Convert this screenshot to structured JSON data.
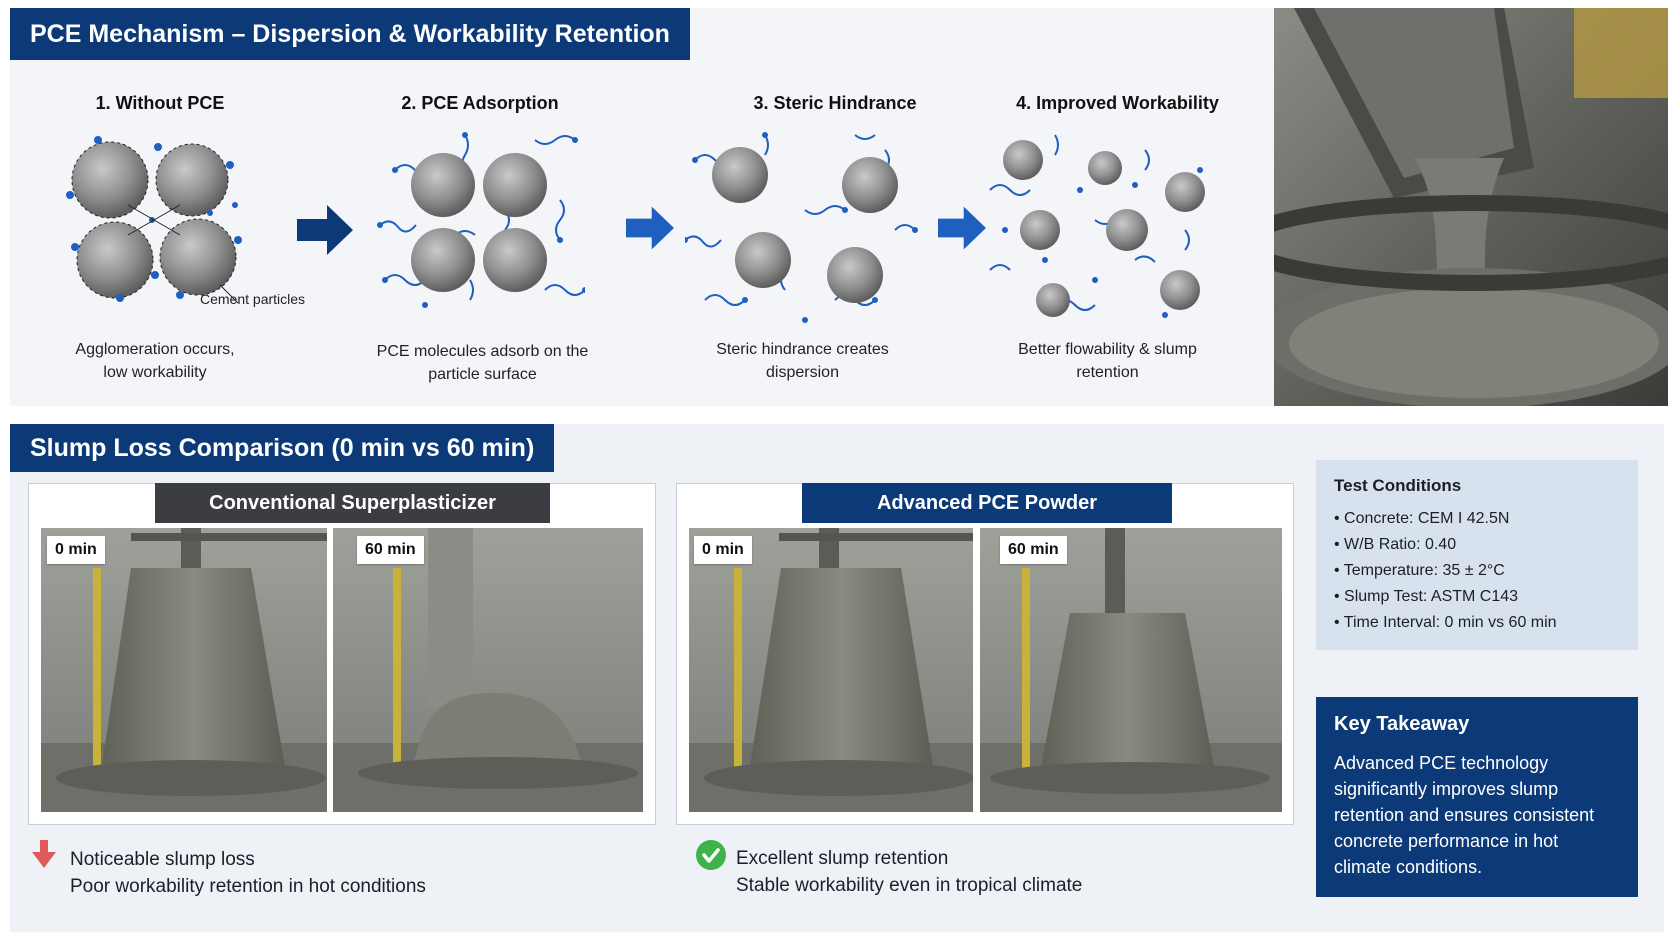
{
  "mechanism": {
    "title": "PCE Mechanism – Dispersion & Workability Retention",
    "steps": [
      {
        "title": "1.  Without PCE",
        "caption_lines": [
          "Agglomeration occurs,",
          "low workability"
        ],
        "callout": "Cement particles"
      },
      {
        "title": "2.  PCE Adsorption",
        "caption_lines": [
          "PCE molecules adsorb on the",
          "particle surface"
        ]
      },
      {
        "title": "3.  Steric Hindrance",
        "caption_lines": [
          "Steric hindrance creates",
          "dispersion"
        ]
      },
      {
        "title": "4.  Improved Workability",
        "caption_lines": [
          "Better flowability & slump",
          "retention"
        ]
      }
    ]
  },
  "slump": {
    "title": "Slump Loss Comparison (0 min vs 60 min)",
    "conventional": {
      "label": "Conventional Superplasticizer",
      "t0": "0 min",
      "t60": "60 min",
      "note_title": "Noticeable slump loss",
      "note_sub": "Poor workability retention in hot conditions",
      "icon": "down-arrow-icon"
    },
    "advanced": {
      "label": "Advanced PCE Powder",
      "t0": "0 min",
      "t60": "60 min",
      "note_title": "Excellent slump retention",
      "note_sub": "Stable workability even in tropical climate",
      "icon": "check-circle-icon"
    }
  },
  "test_conditions": {
    "title": "Test Conditions",
    "items": [
      "• Concrete: CEM I 42.5N",
      "• W/B Ratio: 0.40",
      "• Temperature: 35 ± 2°C",
      "• Slump Test: ASTM C143",
      "• Time Interval: 0 min vs 60 min"
    ]
  },
  "key_takeaway": {
    "title": "Key Takeaway",
    "text": "Advanced PCE technology significantly improves slump retention and ensures consistent concrete performance in hot climate conditions."
  },
  "colors": {
    "brand_navy": "#0c3a78",
    "dark_gray_header": "#3b3d42",
    "pce_blue": "#1f5fbf",
    "loss_red": "#e05a5a",
    "retention_green": "#3fb24a"
  }
}
